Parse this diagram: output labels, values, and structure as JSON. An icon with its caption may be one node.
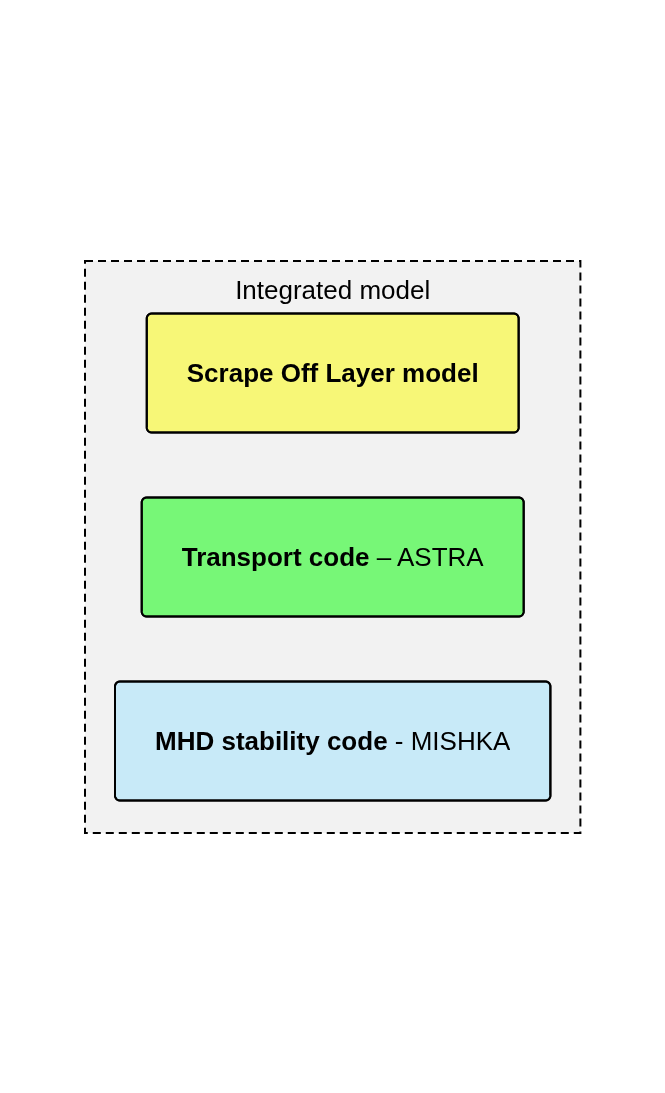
{
  "diagram": {
    "nodes": [
      {
        "text": [
          "Integrated model"
        ]
      },
      {
        "text": [
          "Scrape Off Layer model"
        ],
        "in": 0
      },
      {
        "text": [
          "**Transport code** – ASTRA"
        ],
        "in": 0
      },
      {
        "text": [
          "**MHD stability code** - MISHKA"
        ],
        "in": 0
      }
    ],
    "edges": []
  }
}
